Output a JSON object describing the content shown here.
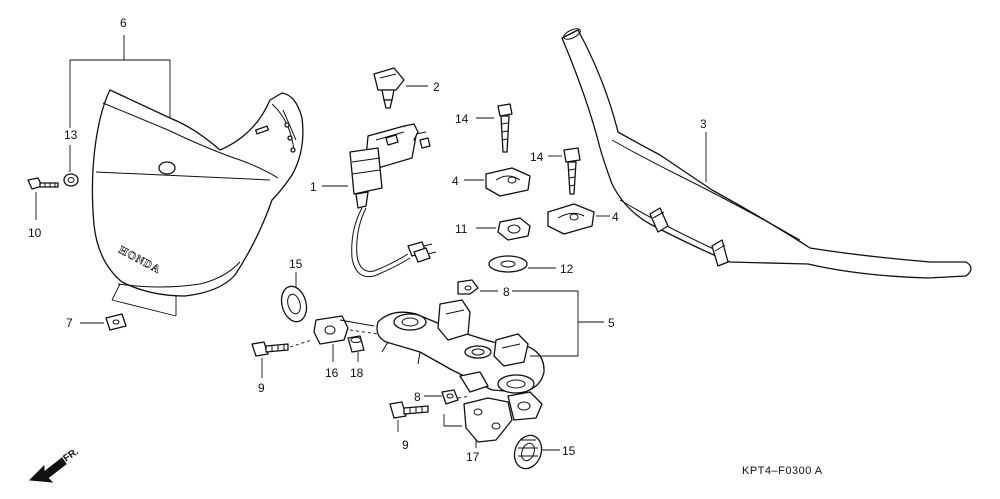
{
  "callouts": {
    "c1": "1",
    "c2": "2",
    "c3": "3",
    "c4a": "4",
    "c4b": "4",
    "c5": "5",
    "c6": "6",
    "c7": "7",
    "c8a": "8",
    "c8b": "8",
    "c9a": "9",
    "c9b": "9",
    "c10": "10",
    "c11": "11",
    "c12": "12",
    "c13": "13",
    "c14a": "14",
    "c14b": "14",
    "c15a": "15",
    "c15b": "15",
    "c16": "16",
    "c17": "17",
    "c18": "18"
  },
  "cover_brand": "HONDA",
  "direction_label": "FR.",
  "diagram_code": "KPT4–F0300 A"
}
